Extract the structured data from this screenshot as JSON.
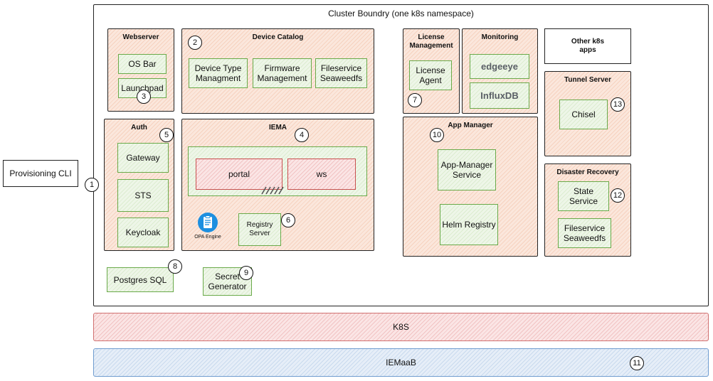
{
  "cluster": {
    "title": "Cluster Boundry (one k8s namespace)"
  },
  "provisioning_cli": "Provisioning CLI",
  "webserver": {
    "title": "Webserver",
    "os_bar": "OS Bar",
    "launchpad": "Launchpad"
  },
  "device_catalog": {
    "title": "Device Catalog",
    "device_type": "Device Type Managment",
    "firmware": "Firmware Management",
    "fileservice": "Fileservice Seaweedfs"
  },
  "license": {
    "title": "License Management",
    "agent": "License Agent"
  },
  "monitoring": {
    "title": "Monitoring",
    "edgeeye": "edgeeye",
    "influxdb": "InfluxDB"
  },
  "other": {
    "title": "Other k8s apps"
  },
  "tunnel": {
    "title": "Tunnel Server",
    "chisel": "Chisel"
  },
  "auth": {
    "title": "Auth",
    "gateway": "Gateway",
    "sts": "STS",
    "keycloak": "Keycloak"
  },
  "iema": {
    "title": "IEMA",
    "portal": "portal",
    "ws": "ws",
    "opa": "OPA Engine",
    "registry": "Registry Server"
  },
  "app_manager": {
    "title": "App Manager",
    "service": "App-Manager Service",
    "helm": "Helm Registry"
  },
  "disaster": {
    "title": "Disaster Recovery",
    "state": "State Service",
    "fileservice": "Fileservice Seaweedfs"
  },
  "postgres": "Postgres SQL",
  "secret": "Secret Generator",
  "k8s": "K8S",
  "iemaab": "IEMaaB",
  "badges": {
    "b1": "1",
    "b2": "2",
    "b3": "3",
    "b4": "4",
    "b5": "5",
    "b6": "6",
    "b7": "7",
    "b8": "8",
    "b9": "9",
    "b10": "10",
    "b11": "11",
    "b12": "12",
    "b13": "13"
  }
}
